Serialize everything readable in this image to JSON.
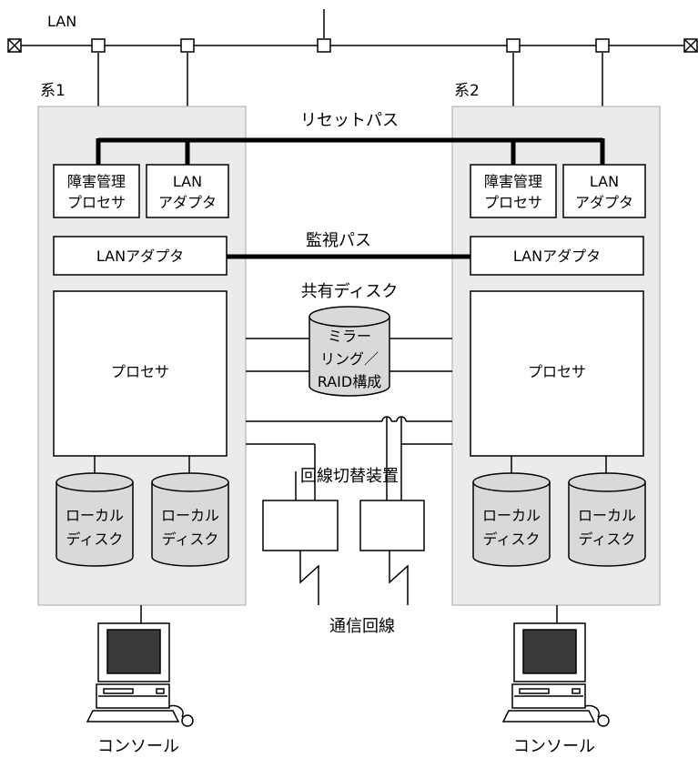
{
  "lan": {
    "label": "LAN"
  },
  "systems": [
    {
      "label": "系1",
      "fault_processor": [
        "障害管理",
        "プロセサ"
      ],
      "lan_adapter_small": [
        "LAN",
        "アダプタ"
      ],
      "lan_adapter": "LANアダプタ",
      "processor": "プロセサ",
      "local_disks": [
        [
          "ローカル",
          "ディスク"
        ],
        [
          "ローカル",
          "ディスク"
        ]
      ],
      "console": "コンソール"
    },
    {
      "label": "系2",
      "fault_processor": [
        "障害管理",
        "プロセサ"
      ],
      "lan_adapter_small": [
        "LAN",
        "アダプタ"
      ],
      "lan_adapter": "LANアダプタ",
      "processor": "プロセサ",
      "local_disks": [
        [
          "ローカル",
          "ディスク"
        ],
        [
          "ローカル",
          "ディスク"
        ]
      ],
      "console": "コンソール"
    }
  ],
  "paths": {
    "reset": "リセットパス",
    "monitor": "監視パス"
  },
  "shared_disk": {
    "title": "共有ディスク",
    "lines": [
      "ミラー",
      "リング／",
      "RAID構成"
    ]
  },
  "line_switch": {
    "label": "回線切替装置"
  },
  "comm_line": {
    "label": "通信回線"
  },
  "colors": {
    "system_fill": "#ebebeb",
    "system_stroke": "#b4b4b4",
    "screen": "#3a3a3a"
  }
}
